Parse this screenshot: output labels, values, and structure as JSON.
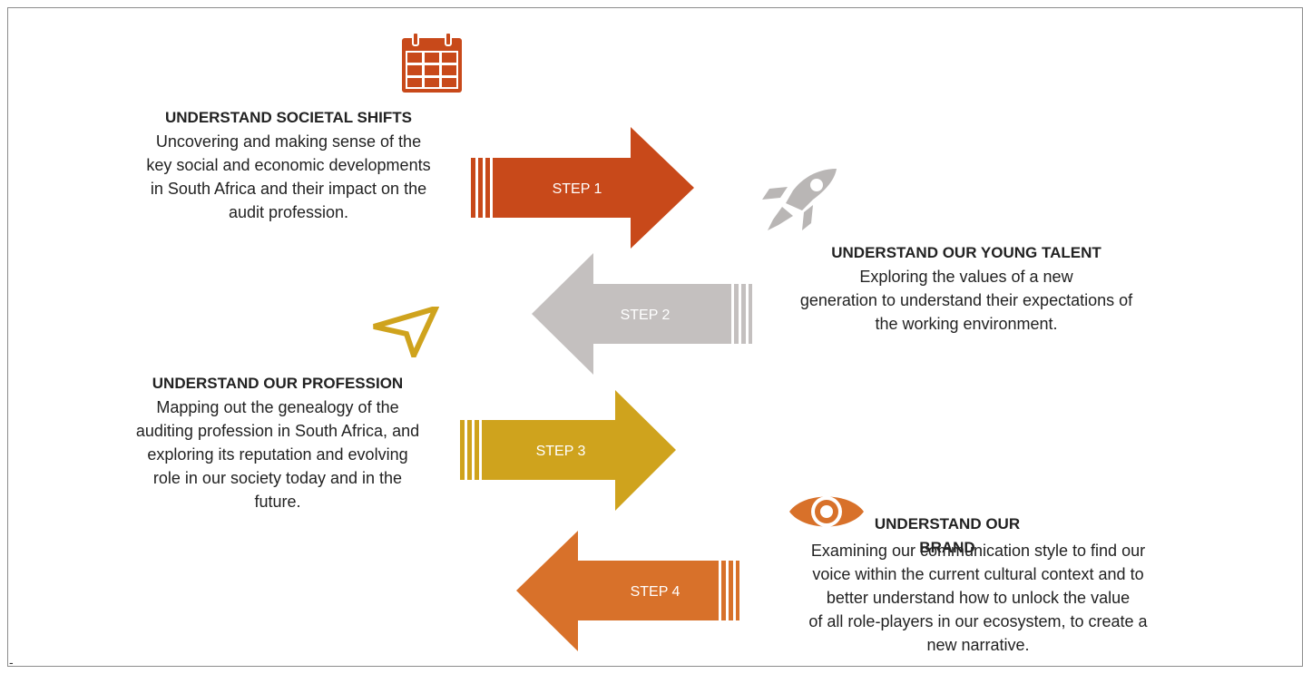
{
  "steps": [
    {
      "label": "STEP 1",
      "title": "UNDERSTAND SOCIETAL SHIFTS",
      "body": "Uncovering and making sense of the\nkey social and economic developments\nin South Africa and their impact on the\naudit profession.",
      "icon": "calendar-icon",
      "color": "#c8491a",
      "direction": "right"
    },
    {
      "label": "STEP 2",
      "title": "UNDERSTAND OUR YOUNG TALENT",
      "body": "Exploring the values of a new\ngeneration to understand their expectations of\nthe working environment.",
      "icon": "rocket-icon",
      "color": "#c4c0bf",
      "direction": "left"
    },
    {
      "label": "STEP 3",
      "title": "UNDERSTAND OUR PROFESSION",
      "body": "Mapping out the genealogy of the\nauditing profession in South Africa, and\nexploring its reputation and evolving\nrole in our society today and in the\nfuture.",
      "icon": "navigation-arrow-icon",
      "color": "#cfa31d",
      "direction": "right"
    },
    {
      "label": "STEP 4",
      "title": "UNDERSTAND OUR BRAND",
      "body": "Examining our communication style to find our\nvoice within the current cultural context and to\nbetter understand how to unlock the value\nof all role-players in our ecosystem, to create a\nnew narrative.",
      "icon": "eye-icon",
      "color": "#d8712a",
      "direction": "left"
    }
  ],
  "footer_mark": "-"
}
